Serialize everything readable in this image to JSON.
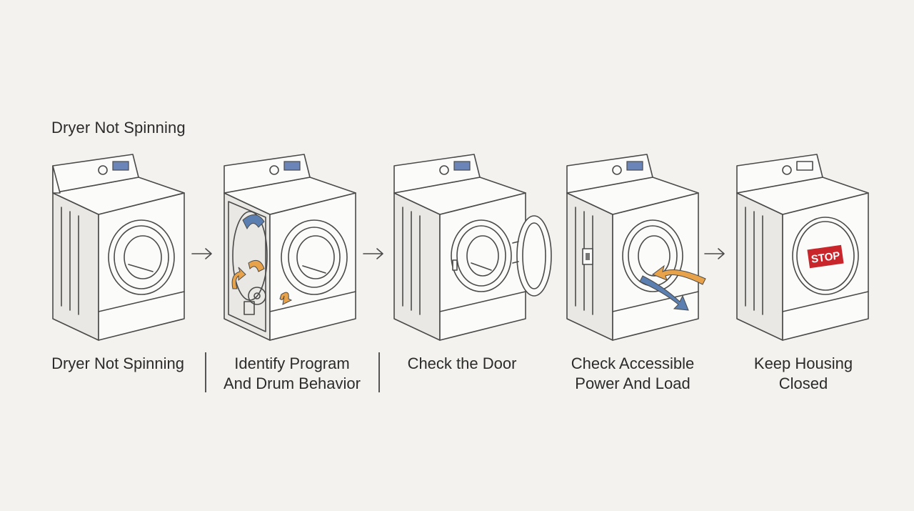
{
  "title": "Dryer Not Spinning",
  "steps": [
    {
      "label": "Dryer Not Spinning"
    },
    {
      "label": "Identify Program\nAnd Drum Behavior"
    },
    {
      "label": "Check the Door"
    },
    {
      "label": "Check Accessible\nPower And Load"
    },
    {
      "label": "Keep Housing\nClosed"
    }
  ],
  "stop_sign": "STOP",
  "colors": {
    "background": "#f3f2ee",
    "blue_accent": "#5b7fb0",
    "orange_accent": "#e8a24a",
    "stop_red": "#c8262b"
  },
  "icons": [
    "dryer-icon",
    "open-panel-dryer-icon",
    "open-door-dryer-icon",
    "power-load-dryer-icon",
    "stop-dryer-icon",
    "arrow-right-icon"
  ]
}
